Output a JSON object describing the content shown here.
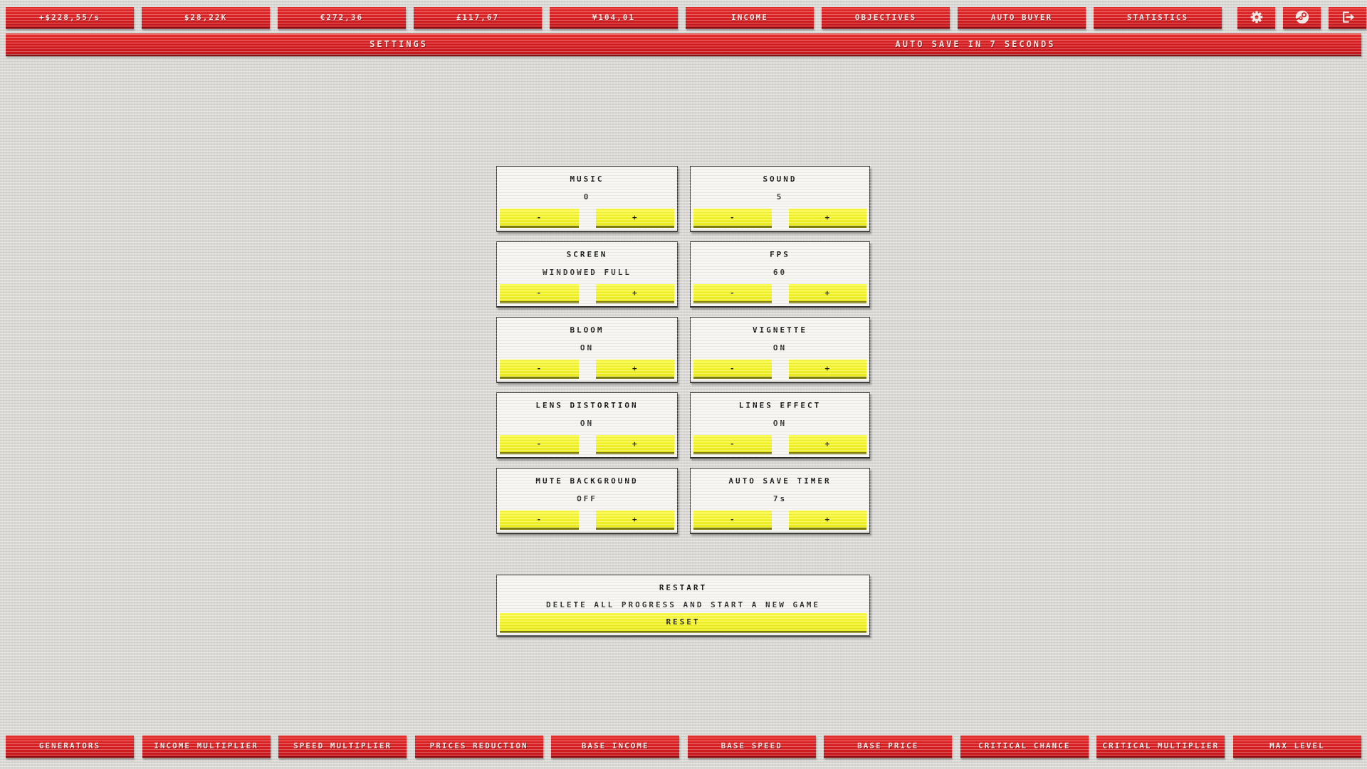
{
  "colors": {
    "accent_red": "#d81f23",
    "accent_red_dark": "#8c1114",
    "accent_yellow": "#f4f42a",
    "accent_yellow_dark": "#80800e",
    "panel_bg": "#f6f5f2",
    "background": "#dcdbd8"
  },
  "top_bar": {
    "buttons": [
      {
        "label": "+$228,55/s"
      },
      {
        "label": "$28,22K"
      },
      {
        "label": "€272,36"
      },
      {
        "label": "£117,67"
      },
      {
        "label": "¥104,01"
      },
      {
        "label": "INCOME"
      },
      {
        "label": "OBJECTIVES"
      },
      {
        "label": "AUTO BUYER"
      },
      {
        "label": "STATISTICS"
      }
    ],
    "icons": [
      "gear-icon",
      "steam-icon",
      "exit-icon"
    ]
  },
  "header": {
    "title": "SETTINGS",
    "autosave_status": "AUTO SAVE IN 7 SECONDS"
  },
  "settings": {
    "controls": {
      "decrease": "-",
      "increase": "+"
    },
    "panels": [
      {
        "title": "MUSIC",
        "value": "0"
      },
      {
        "title": "SOUND",
        "value": "5"
      },
      {
        "title": "SCREEN",
        "value": "WINDOWED FULL"
      },
      {
        "title": "FPS",
        "value": "60"
      },
      {
        "title": "BLOOM",
        "value": "ON"
      },
      {
        "title": "VIGNETTE",
        "value": "ON"
      },
      {
        "title": "LENS DISTORTION",
        "value": "ON"
      },
      {
        "title": "LINES EFFECT",
        "value": "ON"
      },
      {
        "title": "MUTE BACKGROUND",
        "value": "OFF"
      },
      {
        "title": "AUTO SAVE TIMER",
        "value": "7s"
      }
    ],
    "restart": {
      "title": "RESTART",
      "description": "DELETE ALL PROGRESS AND START A NEW GAME",
      "button_label": "RESET"
    }
  },
  "bottom_bar": {
    "buttons": [
      {
        "label": "GENERATORS"
      },
      {
        "label": "INCOME MULTIPLIER"
      },
      {
        "label": "SPEED MULTIPLIER"
      },
      {
        "label": "PRICES REDUCTION"
      },
      {
        "label": "BASE INCOME"
      },
      {
        "label": "BASE SPEED"
      },
      {
        "label": "BASE PRICE"
      },
      {
        "label": "CRITICAL CHANCE"
      },
      {
        "label": "CRITICAL MULTIPLIER"
      },
      {
        "label": "MAX LEVEL"
      }
    ]
  }
}
